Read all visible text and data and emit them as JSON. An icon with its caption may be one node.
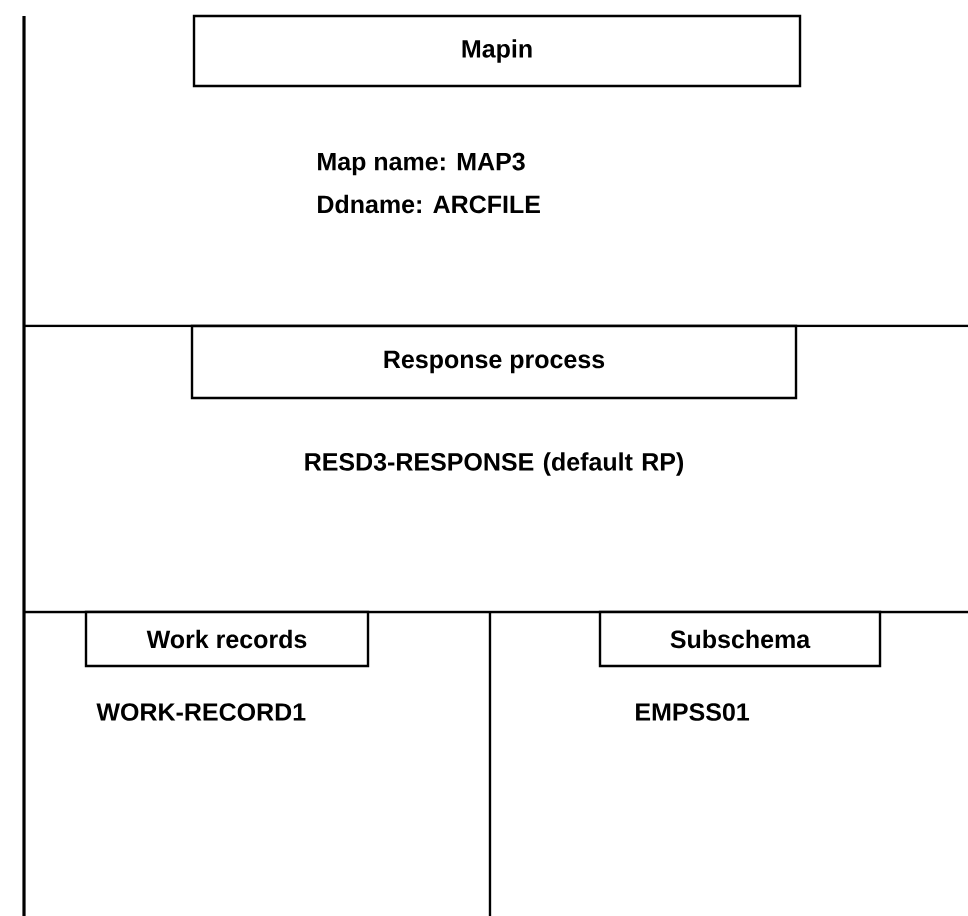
{
  "diagram": {
    "nodes": [
      {
        "text": [
          "Mapin",
          "Map name: MAP3",
          "Ddname: ARCFILE"
        ]
      },
      {
        "text": [
          "Response process",
          "RESD3-RESPONSE (default RP)"
        ]
      },
      {
        "text": [
          "Work records",
          "WORK-RECORD1"
        ]
      },
      {
        "text": [
          "Subschema",
          "EMPSS01"
        ]
      }
    ]
  }
}
